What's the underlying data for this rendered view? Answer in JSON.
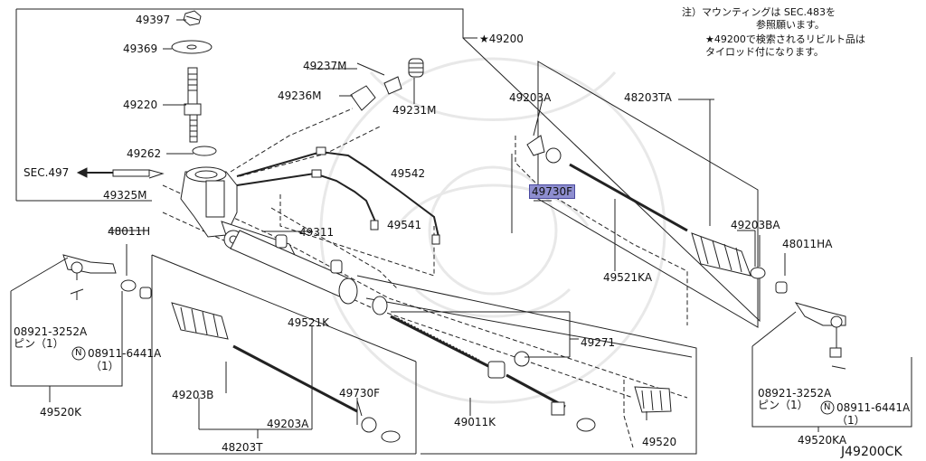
{
  "notes": [
    "注）マウンティングは SEC.483を",
    "参照願います。",
    "★49200で検索されるリビルト品は",
    "タイロッド付になります。"
  ],
  "diagram_code": "J49200CK",
  "assembly_label": "★49200",
  "sec_ref": "SEC.497",
  "parts": {
    "p49397": "49397",
    "p49369": "49369",
    "p49220": "49220",
    "p49262": "49262",
    "p49325M": "49325M",
    "p49237M": "49237M",
    "p49236M": "49236M",
    "p49231M": "49231M",
    "p49542": "49542",
    "p49541": "49541",
    "p49311": "49311",
    "p48011H": "48011H",
    "p49521K": "49521K",
    "p49203B": "49203B",
    "p49730F_left": "49730F",
    "p49203A_left": "49203A",
    "p48203T": "48203T",
    "p49011K": "49011K",
    "p49271": "49271",
    "p49520": "49520",
    "p49520K": "49520K",
    "p08921_left": "08921-3252A",
    "pin_left": "ピン（1）",
    "p08911_left": "08911-6441A",
    "qty_left": "（1）",
    "p49203A_right": "49203A",
    "p48203TA": "48203TA",
    "p49730F_right": "49730F",
    "p49203BA": "49203BA",
    "p48011HA": "48011HA",
    "p49521KA": "49521KA",
    "p49520KA": "49520KA",
    "p08921_right": "08921-3252A",
    "pin_right": "ピン（1）",
    "p08911_right": "08911-6441A",
    "qty_right": "（1）"
  },
  "circle_n": "N"
}
